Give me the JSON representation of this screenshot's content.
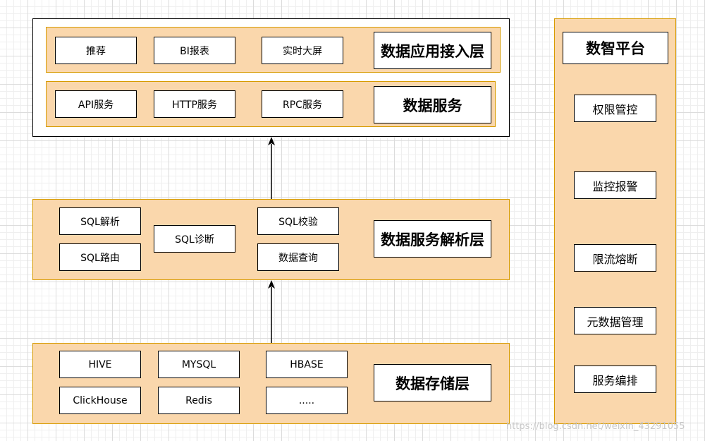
{
  "app": {
    "title": "数据应用接入层",
    "items": [
      "推荐",
      "BI报表",
      "实时大屏"
    ]
  },
  "service": {
    "title": "数据服务",
    "items": [
      "API服务",
      "HTTP服务",
      "RPC服务"
    ]
  },
  "parse": {
    "title": "数据服务解析层",
    "items": [
      "SQL解析",
      "SQL路由",
      "SQL诊断",
      "SQL校验",
      "数据查询"
    ]
  },
  "storage": {
    "title": "数据存储层",
    "items": [
      "HIVE",
      "MYSQL",
      "HBASE",
      "ClickHouse",
      "Redis",
      "....."
    ]
  },
  "platform": {
    "title": "数智平台",
    "items": [
      "权限管控",
      "监控报警",
      "限流熔断",
      "元数据管理",
      "服务编排"
    ]
  },
  "watermark": "https://blog.csdn.net/weixin_43291055"
}
